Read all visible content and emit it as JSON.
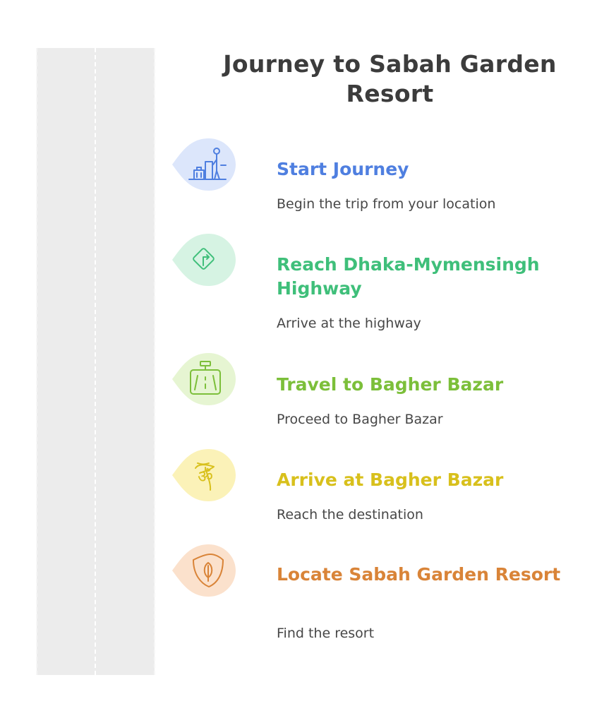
{
  "title": "Journey to Sabah Garden Resort",
  "steps": [
    {
      "title": "Start Journey",
      "description": "Begin the trip from your location",
      "icon": "traveler-luggage-icon",
      "color": "#4f7fe0",
      "fill": "#dce6fb"
    },
    {
      "title": "Reach Dhaka-Mymensingh Highway",
      "description": "Arrive at the highway",
      "icon": "road-sign-icon",
      "color": "#3fbf7a",
      "fill": "#d6f3e3"
    },
    {
      "title": "Travel to Bagher Bazar",
      "description": "Proceed to Bagher Bazar",
      "icon": "road-car-icon",
      "color": "#7cbf3a",
      "fill": "#e6f5d2"
    },
    {
      "title": "Arrive at Bagher Bazar",
      "description": "Reach the destination",
      "icon": "om-symbol-icon",
      "color": "#d8c01c",
      "fill": "#fbf2b8"
    },
    {
      "title": "Locate Sabah Garden Resort",
      "description": "Find the resort",
      "icon": "leaf-shield-icon",
      "color": "#d98438",
      "fill": "#fbe1cc"
    }
  ]
}
